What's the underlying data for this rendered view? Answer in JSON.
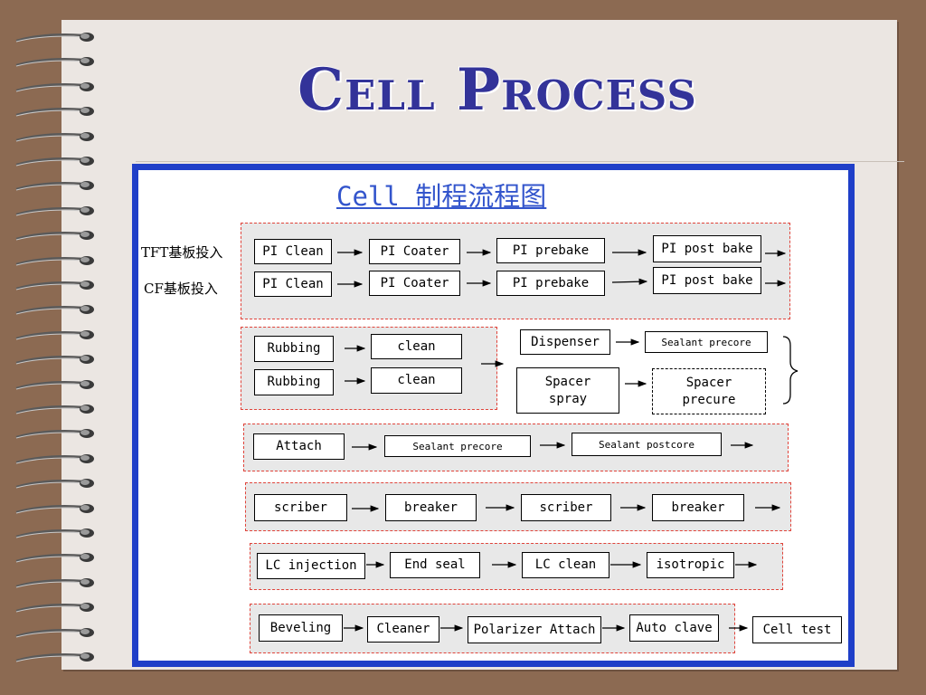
{
  "slide": {
    "title": "Cell Process",
    "diagram_title": "Cell 制程流程图"
  },
  "inputs": {
    "tft": "TFT基板投入",
    "cf": "CF基板投入"
  },
  "rows": {
    "tft": [
      "PI Clean",
      "PI Coater",
      "PI prebake",
      "PI post bake"
    ],
    "cf": [
      "PI Clean",
      "PI Coater",
      "PI prebake",
      "PI post bake"
    ],
    "rub1": [
      "Rubbing",
      "clean"
    ],
    "rub2": [
      "Rubbing",
      "clean"
    ],
    "dispense": [
      "Dispenser",
      "Sealant precore"
    ],
    "spacer": [
      "Spacer\nspray",
      "Spacer\nprecure"
    ],
    "attach": [
      "Attach",
      "Sealant precore",
      "Sealant postcore"
    ],
    "scribe": [
      "scriber",
      "breaker",
      "scriber",
      "breaker"
    ],
    "lc": [
      "LC injection",
      "End seal",
      "LC clean",
      "isotropic"
    ],
    "final": [
      "Beveling",
      "Cleaner",
      "Polarizer Attach",
      "Auto clave",
      "Cell test"
    ]
  },
  "colors": {
    "title": "#333399",
    "frame": "#1f3fc8",
    "group_border": "#e0433a",
    "background": "#8c6a52"
  },
  "icons": [
    "spiral-binding-ring-icon",
    "right-brace-icon",
    "arrow-right-icon"
  ]
}
